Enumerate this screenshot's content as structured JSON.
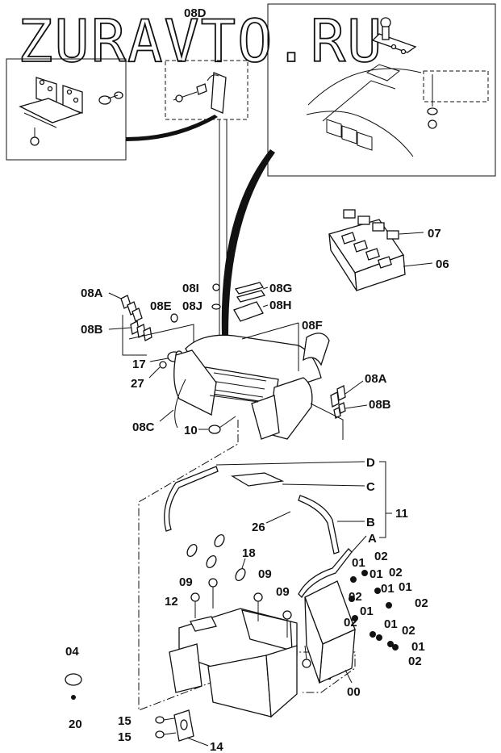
{
  "watermark": "ZURAVTO.RU",
  "labels": {
    "l08D": "08D",
    "l07": "07",
    "l06": "06",
    "l08A": "08A",
    "l08B": "08B",
    "l08E": "08E",
    "l08I": "08I",
    "l08J": "08J",
    "l08G": "08G",
    "l08H": "08H",
    "l08F": "08F",
    "l17": "17",
    "l27": "27",
    "l08A_r": "08A",
    "l08B_r": "08B",
    "l08C": "08C",
    "l10": "10",
    "lD": "D",
    "lC": "C",
    "lB": "B",
    "lA": "A",
    "l11": "11",
    "l26": "26",
    "l18": "18",
    "l09a": "09",
    "l09b": "09",
    "l09c": "09",
    "l12a": "12",
    "l12b": "12",
    "l04": "04",
    "l20": "20",
    "l00": "00",
    "l15a": "15",
    "l15b": "15",
    "l14": "14",
    "r01a": "01",
    "r02a": "02",
    "r01b": "01",
    "r02b": "02",
    "r02c": "02",
    "r01c": "01",
    "r01d": "01",
    "r02d": "02",
    "r01e": "01",
    "r02e": "02",
    "r01f": "01",
    "r02f": "02",
    "r01g": "01",
    "r02g": "02"
  }
}
